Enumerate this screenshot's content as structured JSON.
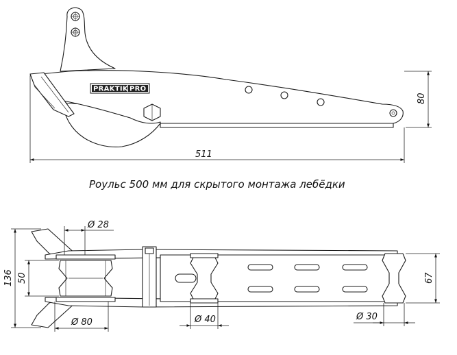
{
  "caption": "Роульс 500 мм для скрытого монтажа лебёдки",
  "logo": {
    "left": "PRAKTIK",
    "right": "PRO"
  },
  "side_view": {
    "length_label": "511",
    "height_label": "80"
  },
  "top_view": {
    "width_total_label": "136",
    "width_inner_label": "50",
    "width_body_label": "67",
    "front_roller_diameter_label": "Ø 80",
    "front_axle_diameter_label": "Ø 28",
    "mid_roller_diameter_label": "Ø 40",
    "rear_roller_diameter_label": "Ø 30"
  }
}
